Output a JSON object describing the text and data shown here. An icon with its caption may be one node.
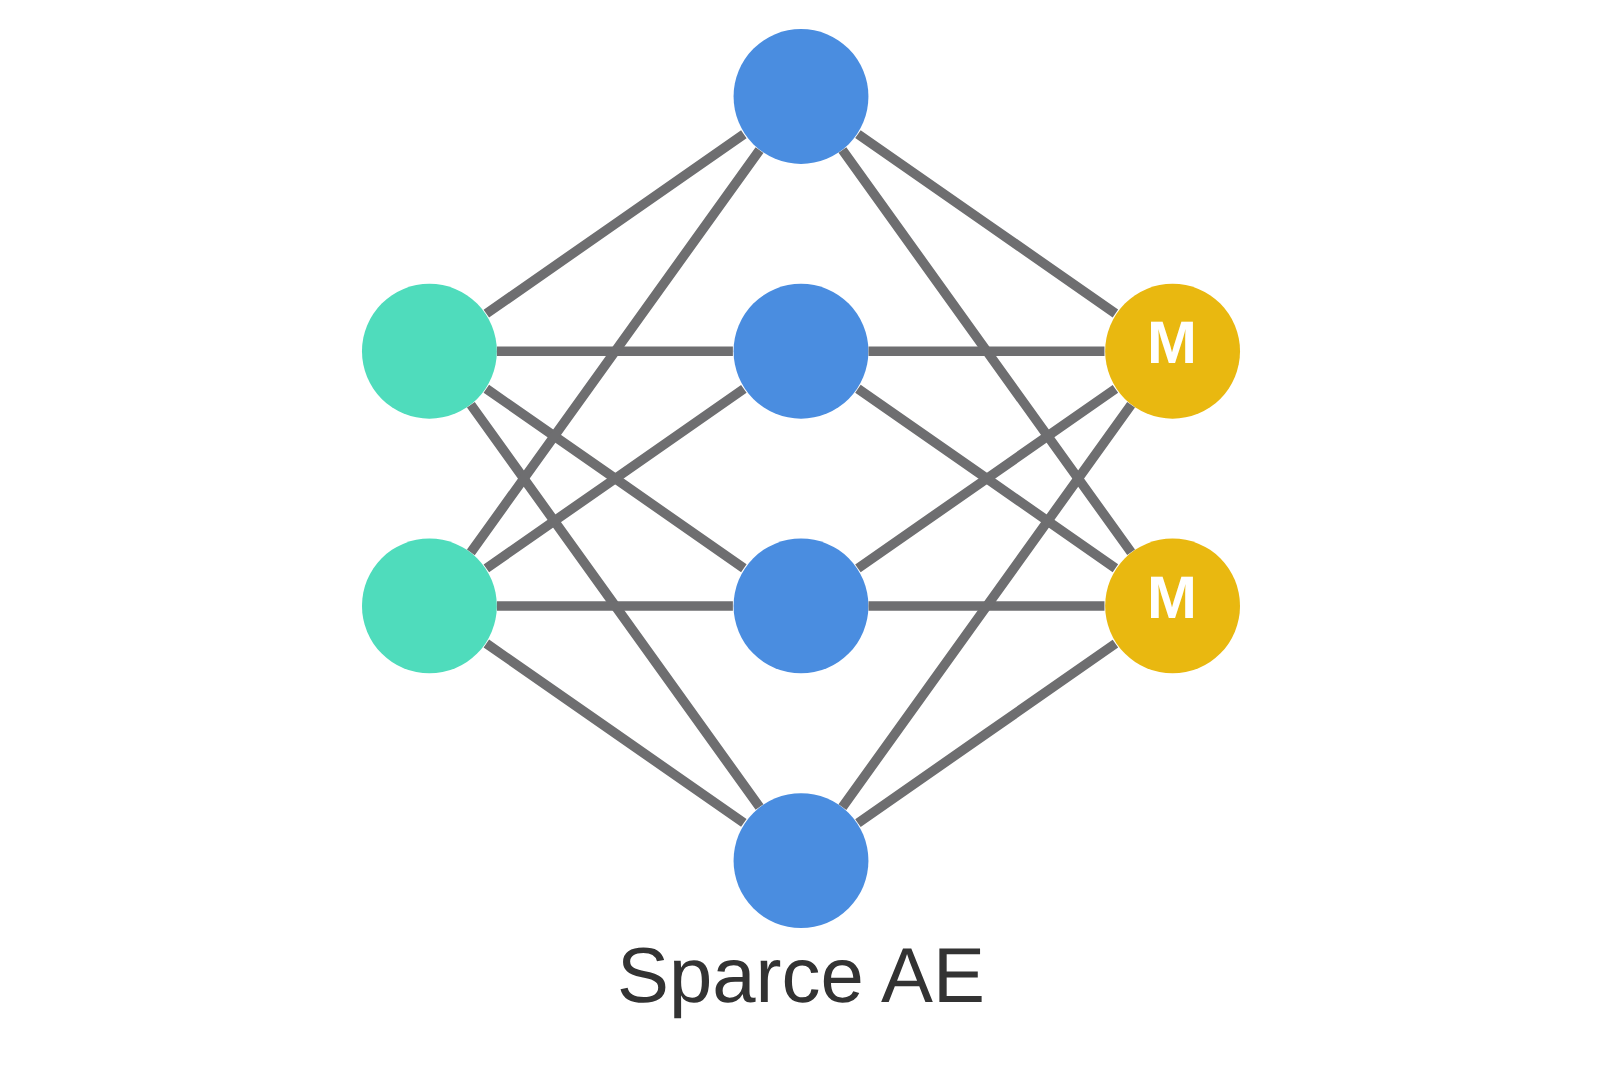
{
  "diagram": {
    "caption": "Sparce AE",
    "nodes": [
      {
        "text": [],
        "shape": "circle"
      },
      {
        "text": [],
        "shape": "circle"
      },
      {
        "text": [],
        "shape": "circle"
      },
      {
        "text": [
          "M"
        ]
      },
      {
        "text": [],
        "shape": "circle"
      },
      {
        "text": [],
        "shape": "circle"
      },
      {
        "text": [
          "M"
        ]
      },
      {
        "text": [],
        "shape": "circle"
      }
    ],
    "edges": [
      {
        "from": 1,
        "to": 0,
        "arrow": "none"
      },
      {
        "from": 1,
        "to": 2,
        "arrow": "none"
      },
      {
        "from": 1,
        "to": 5,
        "arrow": "none"
      },
      {
        "from": 1,
        "to": 7,
        "arrow": "none"
      },
      {
        "from": 4,
        "to": 0,
        "arrow": "none"
      },
      {
        "from": 4,
        "to": 2,
        "arrow": "none"
      },
      {
        "from": 4,
        "to": 5,
        "arrow": "none"
      },
      {
        "from": 4,
        "to": 7,
        "arrow": "none"
      },
      {
        "from": 0,
        "to": 3,
        "arrow": "none"
      },
      {
        "from": 0,
        "to": 6,
        "arrow": "none"
      },
      {
        "from": 2,
        "to": 3,
        "arrow": "none"
      },
      {
        "from": 2,
        "to": 6,
        "arrow": "none"
      },
      {
        "from": 5,
        "to": 3,
        "arrow": "none"
      },
      {
        "from": 5,
        "to": 6,
        "arrow": "none"
      },
      {
        "from": 7,
        "to": 3,
        "arrow": "none"
      },
      {
        "from": 7,
        "to": 6,
        "arrow": "none"
      }
    ]
  }
}
